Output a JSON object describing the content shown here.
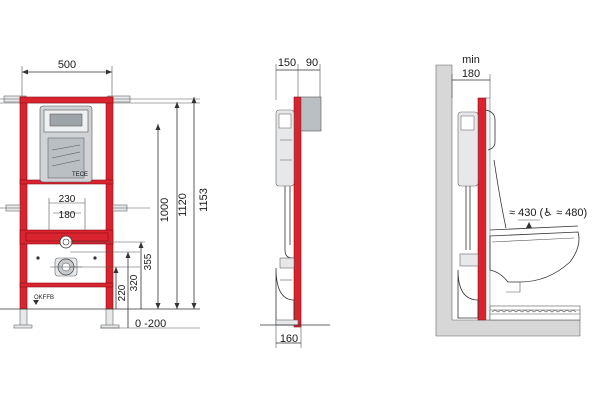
{
  "colors": {
    "frame_red": "#d9232e",
    "line": "#333333",
    "wall_grey": "#d7d7d7",
    "background": "#ffffff"
  },
  "front_view": {
    "width_label": "500",
    "inner_width_label": "230",
    "inner_width2_label": "180",
    "height_labels": [
      "1000",
      "1120",
      "1153"
    ],
    "side_heights": [
      "355",
      "320",
      "220"
    ],
    "foot_adjust_label": "0 -200",
    "floor_marker": "OKFFB",
    "cistern_brand": "TECE"
  },
  "side_view": {
    "top_labels": [
      "150",
      "90"
    ],
    "bottom_label": "160"
  },
  "install_view": {
    "min_label": "min",
    "depth_label": "180",
    "seat_height_label": "≈ 430 (♿ ≈ 480)"
  }
}
